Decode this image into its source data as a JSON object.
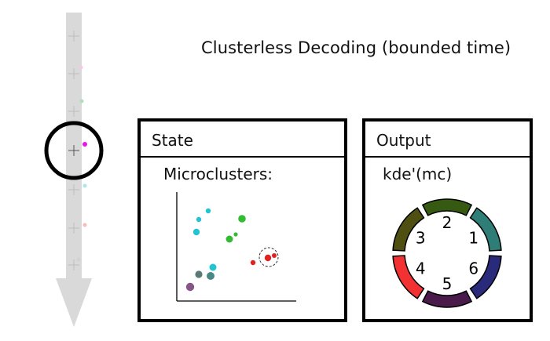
{
  "title": "Clusterless Decoding (bounded time)",
  "state_panel": {
    "header": "State",
    "subtitle": "Microclusters:"
  },
  "output_panel": {
    "header": "Output",
    "subtitle": "kde'(mc)",
    "ring_segments": [
      {
        "label": "1",
        "color": "#2e7d77"
      },
      {
        "label": "2",
        "color": "#375a12"
      },
      {
        "label": "3",
        "color": "#4f4f12"
      },
      {
        "label": "4",
        "color": "#f23232"
      },
      {
        "label": "5",
        "color": "#4a1a4a"
      },
      {
        "label": "6",
        "color": "#2a2a7a"
      }
    ]
  },
  "spike_stream": {
    "colors": {
      "arrow": "#d9d9d9",
      "focus_ring": "#000000",
      "current_spike": "#ee11ee",
      "faded_pink": "#f3c8e6",
      "faded_green": "#b5ddb5",
      "faded_cyan": "#aee6ee",
      "faded_red": "#f5bcbc"
    }
  },
  "microcluster_colors": {
    "cyan": "#22c3d3",
    "green": "#33bb33",
    "red": "#e02222",
    "slate": "#5a7a7a",
    "teal": "#4a8888",
    "purple": "#885588"
  }
}
